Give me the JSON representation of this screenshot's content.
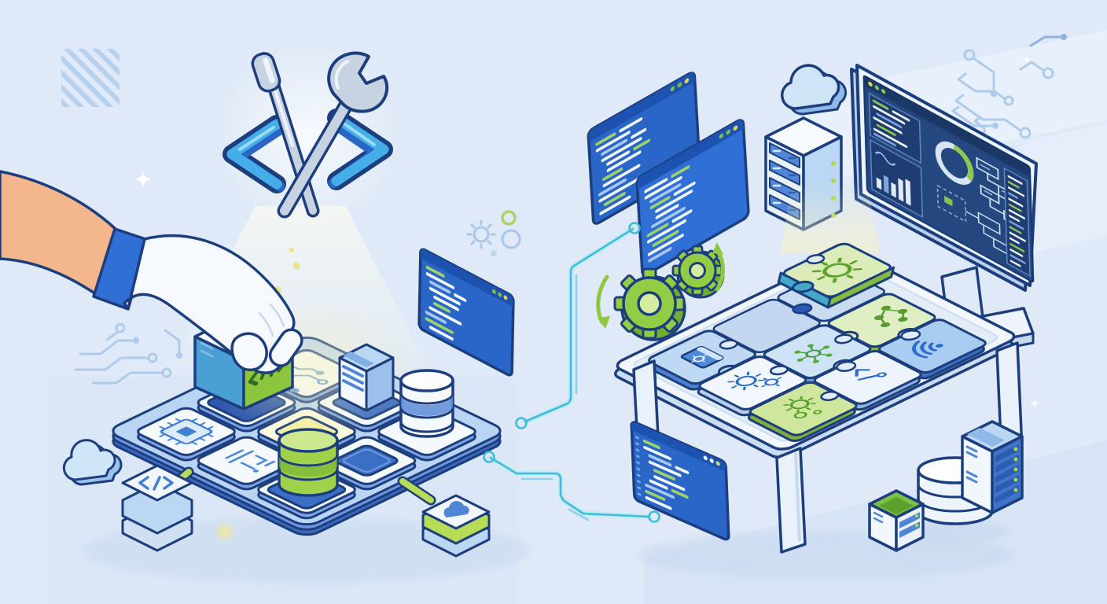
{
  "meta": {
    "title": "Software development concept illustration",
    "description": "Isometric illustration: a gloved hand places a code cube onto a grid platform of tech tiles; crossed screwdriver and wrench emblem with code brackets shines a light beam; blue code windows, green gears, cyan connector lines, a cloud, a server rack, a monitor showing a dashboard, and a table with interlocking puzzle pieces of software modules; databases and server towers at bottom right."
  },
  "palette": {
    "background": "#dfe9f7",
    "outline_navy": "#1c3e7e",
    "window_blue": "#2a66c8",
    "window_titlebar": "#1d52b0",
    "screen_navy": "#24477f",
    "board_blue": "#b9d5f3",
    "tile_white": "#f4f9fe",
    "light_blue": "#bcd7f3",
    "sky_blue": "#cfe4f7",
    "gear_green": "#93cc45",
    "leaf_green": "#8cc63e",
    "pale_green": "#dcecb9",
    "connector_green": "#b7dc55",
    "teal": "#44a9c9",
    "cyan_line": "#3fbcdc",
    "yellow": "#efe08a",
    "pale_yellow": "#f5efa3",
    "skin": "#f4b68c",
    "silver": "#c7d3e0"
  },
  "emblem": {
    "parts": [
      {
        "name": "code-brackets-icon",
        "color": "#45aee9"
      },
      {
        "name": "screwdriver-icon",
        "color": "#c7d3e0"
      },
      {
        "name": "wrench-icon",
        "color": "#c7d3e0"
      }
    ],
    "effect": "light beam shining down onto the grid platform"
  },
  "hand": {
    "description": "arm with white glove and blue cuff placing a cube",
    "skin_color": "#f4b68c",
    "glove_color": "#f4f9fe",
    "cuff_color": "#2f6fd6"
  },
  "code_cube": {
    "top_face": "white with blue app-window icon",
    "right_face": "green with dark code glyph </ / >",
    "left_face": "blue"
  },
  "grid_platform": {
    "type": "isometric 3x3 tile board",
    "tiles": [
      {
        "cell": "0,0",
        "name": "circuit-tile",
        "icon": "circuit-trace-icon",
        "glow": true
      },
      {
        "cell": "1,0",
        "name": "server-tile",
        "icon": "server-tower"
      },
      {
        "cell": "2,0",
        "name": "database-blue-tile",
        "icon": "database-cylinder-blue"
      },
      {
        "cell": "0,1",
        "name": "cube-slot-tile",
        "state": "receiving code cube"
      },
      {
        "cell": "1,1",
        "name": "yellow-core-tile"
      },
      {
        "cell": "2,1",
        "name": "blue-module-tile"
      },
      {
        "cell": "0,2",
        "name": "chip-tile",
        "icon": "microchip-icon"
      },
      {
        "cell": "1,2",
        "name": "flow-tile",
        "icon": "flow-diagram-icon"
      },
      {
        "cell": "2,2",
        "name": "database-green-tile",
        "icon": "database-cylinder-green"
      }
    ],
    "connector_color": "#b7dc55",
    "satellites": [
      {
        "name": "code-box",
        "icon": "code-brackets-icon"
      },
      {
        "name": "cloud-box",
        "icon": "cloud-icon"
      },
      {
        "name": "small-cloud",
        "icon": "cloud-icon"
      }
    ]
  },
  "code_windows": [
    {
      "id": "left",
      "dots": [
        "green",
        "green",
        "yellow"
      ],
      "code_lines": 10
    },
    {
      "id": "top-back",
      "dots": [
        "green",
        "green",
        "yellow"
      ],
      "code_lines": 12
    },
    {
      "id": "top-front",
      "dots": [
        "green",
        "green",
        "yellow"
      ],
      "code_lines": 12
    },
    {
      "id": "bottom",
      "dots": [
        "white",
        "white",
        "yellow"
      ],
      "code_lines": 10,
      "line_numbers": true
    }
  ],
  "connector_lines": [
    {
      "id": "a",
      "from": "top code windows",
      "to": "grid platform",
      "color": "#3fbcdc",
      "endpoints": "circle nodes"
    },
    {
      "id": "b",
      "from": "grid platform",
      "to": "bottom code window",
      "color": "#3fbcdc",
      "endpoints": "circle nodes"
    }
  ],
  "gears": {
    "pair": [
      {
        "size": "large",
        "color": "#93cc45"
      },
      {
        "size": "small",
        "color": "#93cc45"
      }
    ],
    "rotation_arrows": 2,
    "doodles": [
      "blue gear outline",
      "green circle",
      "blue circle"
    ]
  },
  "cloud_top": {
    "color": "#cfe4f7"
  },
  "server_rack": {
    "slots": 4,
    "leds": 4
  },
  "monitor": {
    "dots": [
      "yellow",
      "green",
      "green"
    ],
    "panels": [
      "code-list",
      "bar-chart",
      "donut-gauge",
      "flowchart",
      "dashed-flow",
      "log-list"
    ]
  },
  "puzzle_table": {
    "legs": 3,
    "pieces": [
      {
        "name": "raised-piece",
        "color": "pale-green",
        "icon": "gear-icon",
        "state": "being placed"
      },
      {
        "name": "git-piece",
        "color": "pale-green",
        "icon": "git-nodes-icon"
      },
      {
        "name": "wifi-piece",
        "color": "blue",
        "icon": "wifi-icon"
      },
      {
        "name": "hub-piece",
        "color": "light-blue",
        "icon": "network-hub-icon"
      },
      {
        "name": "code-piece",
        "color": "white",
        "icon": "code-bracket-icon"
      },
      {
        "name": "window-piece",
        "color": "light-blue",
        "icon": "app-window-icon"
      },
      {
        "name": "gears-piece",
        "color": "white",
        "icon": "gears-icon"
      },
      {
        "name": "green-gears-piece",
        "color": "green",
        "icon": "gears-icon"
      }
    ],
    "empty_slots": 2
  },
  "bottom_right_cluster": [
    {
      "name": "mini-cube-server",
      "top_color": "#7cc142"
    },
    {
      "name": "database-stack-white",
      "discs": 4
    },
    {
      "name": "server-tower",
      "slats": 5,
      "leds": 5
    }
  ],
  "decor": {
    "striped_square": "top left diagonal stripes",
    "circuit_doodles": [
      "left",
      "top-right"
    ],
    "sparkles": 3,
    "yellow_dots": 3
  }
}
